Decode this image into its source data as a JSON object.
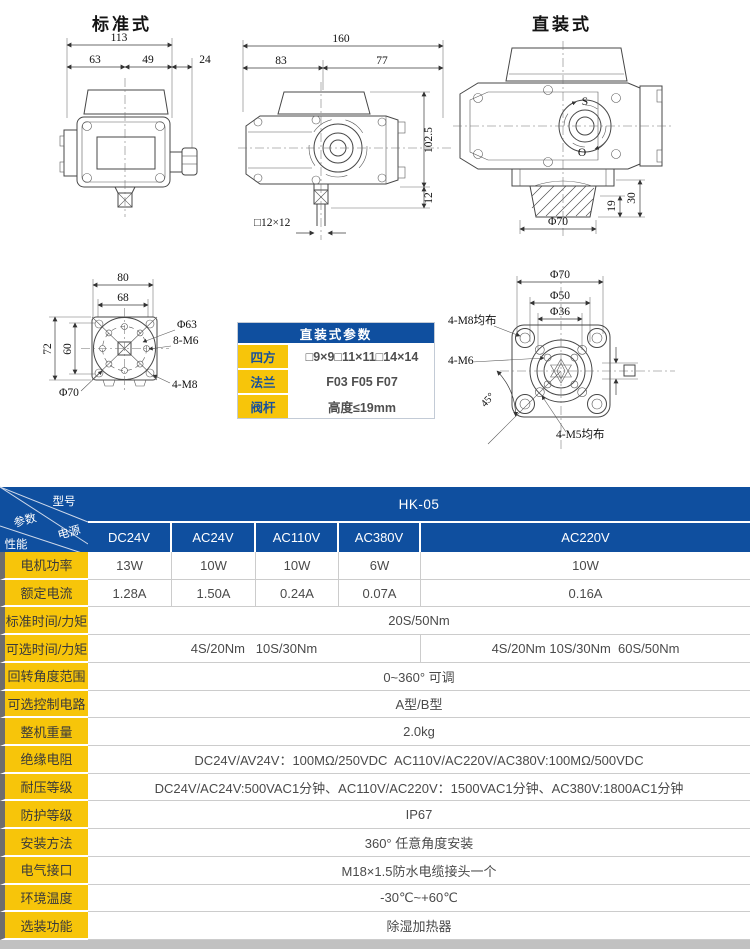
{
  "page": {
    "standard_title": "标准式",
    "direct_title": "直装式"
  },
  "drawings": {
    "front": {
      "w113": "113",
      "w63": "63",
      "w49": "49",
      "w24": "24"
    },
    "side": {
      "w160": "160",
      "w83": "83",
      "w77": "77",
      "h102": "102.5",
      "h12": "12",
      "sq": "□12×12"
    },
    "direct": {
      "s": "S",
      "o": "O",
      "h19": "19",
      "h30": "30",
      "d70": "Φ70"
    },
    "mount": {
      "w80": "80",
      "w68": "68",
      "h72": "72",
      "h60": "60",
      "d63": "Φ63",
      "m6": "8-M6",
      "m8": "4-M8",
      "d70": "Φ70"
    },
    "flange": {
      "d70": "Φ70",
      "d50": "Φ50",
      "d36": "Φ36",
      "m8": "4-M8均布",
      "m6": "4-M6",
      "a45": "45°",
      "m5": "4-M5均布"
    }
  },
  "params_table": {
    "title": "直装式参数",
    "rows": [
      {
        "label": "四方",
        "value": "□9×9□11×11□14×14"
      },
      {
        "label": "法兰",
        "value": "F03 F05 F07"
      },
      {
        "label": "阀杆",
        "value": "高度≤19mm"
      }
    ]
  },
  "spec_table": {
    "corner": {
      "model": "型号",
      "power": "电源",
      "param": "参数",
      "perf": "性能"
    },
    "model_value": "HK-05",
    "voltages": [
      "DC24V",
      "AC24V",
      "AC110V",
      "AC380V",
      "AC220V"
    ],
    "rows": [
      {
        "label": "电机功率",
        "cells": [
          "13W",
          "10W",
          "10W",
          "6W",
          "10W"
        ]
      },
      {
        "label": "额定电流",
        "cells": [
          "1.28A",
          "1.50A",
          "0.24A",
          "0.07A",
          "0.16A"
        ]
      },
      {
        "label": "标准时间/力矩",
        "cells": [
          "20S/50Nm"
        ]
      },
      {
        "label": "可选时间/力矩",
        "cells": [
          "4S/20Nm   10S/30Nm",
          "4S/20Nm 10S/30Nm  60S/50Nm"
        ]
      },
      {
        "label": "回转角度范围",
        "cells": [
          "0~360° 可调"
        ]
      },
      {
        "label": "可选控制电路",
        "cells": [
          "A型/B型"
        ]
      },
      {
        "label": "整机重量",
        "cells": [
          "2.0kg"
        ]
      },
      {
        "label": "绝缘电阻",
        "cells": [
          "DC24V/AV24V：100MΩ/250VDC  AC110V/AC220V/AC380V:100MΩ/500VDC"
        ]
      },
      {
        "label": "耐压等级",
        "cells": [
          "DC24V/AC24V:500VAC1分钟、AC110V/AC220V：1500VAC1分钟、AC380V:1800AC1分钟"
        ]
      },
      {
        "label": "防护等级",
        "cells": [
          "IP67"
        ]
      },
      {
        "label": "安装方法",
        "cells": [
          "360° 任意角度安装"
        ]
      },
      {
        "label": "电气接口",
        "cells": [
          "M18×1.5防水电缆接头一个"
        ]
      },
      {
        "label": "环境温度",
        "cells": [
          "-30℃~+60℃"
        ]
      },
      {
        "label": "选装功能",
        "cells": [
          "除湿加热器"
        ]
      }
    ]
  }
}
